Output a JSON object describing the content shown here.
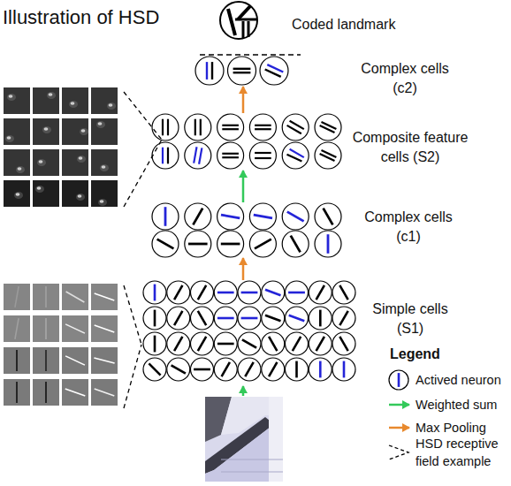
{
  "diagram": {
    "title": "Illustration of HSD",
    "nodes": [
      {
        "text": [
          "Coded landmark"
        ]
      },
      {
        "text": [
          "Complex cells (c2)"
        ]
      },
      {
        "text": [
          "Composite feature cells (S2)"
        ]
      },
      {
        "text": [
          "Complex cells (c1)"
        ]
      },
      {
        "text": [
          "Simple cells (S1)"
        ]
      }
    ],
    "edges": [
      {
        "from": 4,
        "to": 3,
        "arrow": "to"
      },
      {
        "from": 3,
        "to": 2,
        "arrow": "to"
      },
      {
        "from": 2,
        "to": 1,
        "arrow": "to"
      }
    ],
    "labels": [
      "Legend"
    ],
    "legend": [
      {
        "text": "Actived neuron"
      },
      {
        "text": "Weighted sum"
      },
      {
        "text": "Max Pooling"
      },
      {
        "text": "HSD receptive field example"
      }
    ]
  }
}
